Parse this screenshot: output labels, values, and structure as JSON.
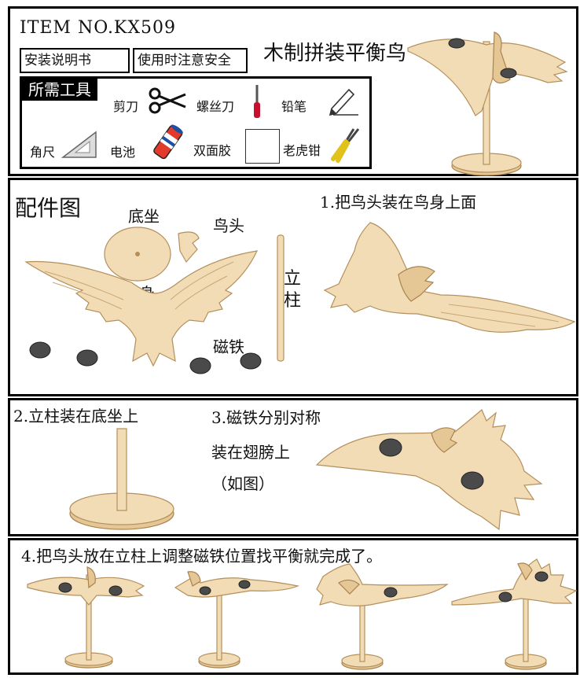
{
  "header": {
    "item_no": "ITEM NO.KX509",
    "manual_label": "安装说明书",
    "safety_label": "使用时注意安全",
    "product_title": "木制拼装平衡鸟"
  },
  "tools": {
    "heading": "所需工具",
    "items": [
      {
        "label": "剪刀",
        "icon": "scissors-icon"
      },
      {
        "label": "螺丝刀",
        "icon": "screwdriver-icon"
      },
      {
        "label": "铅笔",
        "icon": "pencil-icon"
      },
      {
        "label": "角尺",
        "icon": "triangle-ruler-icon"
      },
      {
        "label": "电池",
        "icon": "battery-icon"
      },
      {
        "label": "双面胶",
        "icon": "double-sided-tape-icon"
      },
      {
        "label": "老虎钳",
        "icon": "pliers-icon"
      }
    ]
  },
  "parts": {
    "heading": "配件图",
    "base": "底坐",
    "head": "鸟头",
    "body": "鸟身",
    "pillar": "立柱",
    "magnet": "磁铁"
  },
  "steps": {
    "step1": "1.把鸟头装在鸟身上面",
    "step2": "2.立柱装在底坐上",
    "step3_line1": "3.磁铁分别对称",
    "step3_line2": "装在翅膀上",
    "step3_line3": "（如图）",
    "step4": "4.把鸟头放在立柱上调整磁铁位置找平衡就完成了。"
  },
  "colors": {
    "wood": "#f2dcb5",
    "wood_edge": "#b48f5c",
    "magnet": "#4a4a4a",
    "border": "#000000"
  }
}
